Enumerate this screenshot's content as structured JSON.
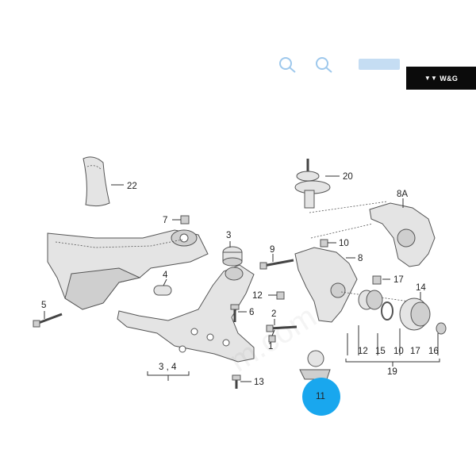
{
  "brand": {
    "logo_text": "W&G",
    "logo_mark": "▼▼"
  },
  "callouts": [
    {
      "id": "c22",
      "text": "22"
    },
    {
      "id": "c20",
      "text": "20"
    },
    {
      "id": "c8a",
      "text": "8A"
    },
    {
      "id": "c7",
      "text": "7"
    },
    {
      "id": "c3",
      "text": "3"
    },
    {
      "id": "c9",
      "text": "9"
    },
    {
      "id": "c10",
      "text": "10"
    },
    {
      "id": "c8",
      "text": "8"
    },
    {
      "id": "c4",
      "text": "4"
    },
    {
      "id": "c17",
      "text": "17"
    },
    {
      "id": "c14",
      "text": "14"
    },
    {
      "id": "c12a",
      "text": "12"
    },
    {
      "id": "c5",
      "text": "5"
    },
    {
      "id": "c6",
      "text": "6"
    },
    {
      "id": "c2",
      "text": "2"
    },
    {
      "id": "c1",
      "text": "1"
    },
    {
      "id": "c34",
      "text": "3 , 4"
    },
    {
      "id": "c13",
      "text": "13"
    },
    {
      "id": "c11",
      "text": "11"
    },
    {
      "id": "c12b",
      "text": "12"
    },
    {
      "id": "c15",
      "text": "15"
    },
    {
      "id": "c10b",
      "text": "10"
    },
    {
      "id": "c17b",
      "text": "17"
    },
    {
      "id": "c16",
      "text": "16"
    },
    {
      "id": "c19",
      "text": "19"
    }
  ],
  "highlight": {
    "color": "#19a7ee",
    "label_color": "#0d3e66"
  }
}
